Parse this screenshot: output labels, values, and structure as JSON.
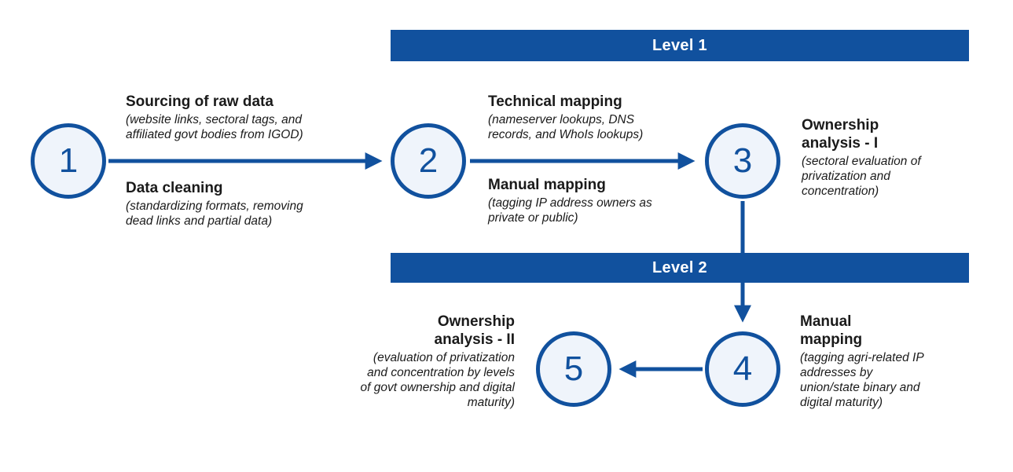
{
  "banners": {
    "level1": "Level 1",
    "level2": "Level 2"
  },
  "nodes": [
    "1",
    "2",
    "3",
    "4",
    "5"
  ],
  "steps": [
    {
      "id": "sourcing-raw-data",
      "title": "Sourcing of raw data",
      "detail": "(website links, sectoral tags, and affiliated govt bodies from IGOD)"
    },
    {
      "id": "data-cleaning",
      "title": "Data cleaning",
      "detail": "(standardizing formats, removing dead links and partial data)"
    },
    {
      "id": "technical-mapping",
      "title": "Technical mapping",
      "detail": "(nameserver lookups, DNS records, and WhoIs lookups)"
    },
    {
      "id": "manual-mapping-level1",
      "title": "Manual mapping",
      "detail": "(tagging IP address owners as private or public)"
    },
    {
      "id": "ownership-analysis-1",
      "title": "Ownership analysis - I",
      "detail": "(sectoral evaluation of privatization and concentration)"
    },
    {
      "id": "manual-mapping-level2",
      "title": "Manual mapping",
      "detail": "(tagging agri-related IP addresses by union/state binary and digital maturity)"
    },
    {
      "id": "ownership-analysis-2",
      "title": "Ownership analysis - II",
      "detail": "(evaluation of privatization and concentration by levels of govt ownership and digital maturity)"
    }
  ],
  "colors": {
    "primary": "#11519E",
    "circle_fill": "#EFF4FB",
    "text": "#1A1A1A",
    "background": "#FFFFFF"
  }
}
